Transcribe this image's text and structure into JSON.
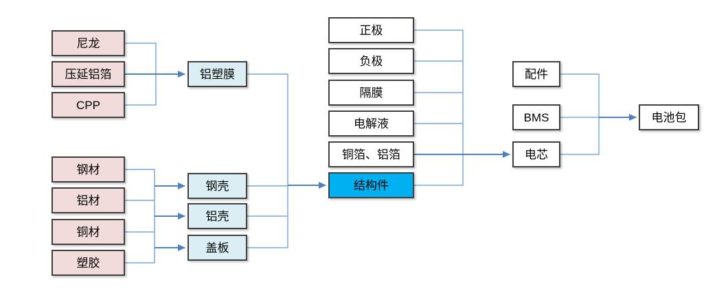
{
  "nodes": {
    "nylon": {
      "label": "尼龙"
    },
    "rolled_aluminum_foil": {
      "label": "压延铝箔"
    },
    "cpp": {
      "label": "CPP"
    },
    "steel": {
      "label": "钢材"
    },
    "aluminum": {
      "label": "铝材"
    },
    "copper": {
      "label": "铜材"
    },
    "plastic": {
      "label": "塑胶"
    },
    "aluminum_plastic_film": {
      "label": "铝塑膜"
    },
    "steel_shell": {
      "label": "钢壳"
    },
    "aluminum_shell": {
      "label": "铝壳"
    },
    "cover_plate": {
      "label": "盖板"
    },
    "cathode": {
      "label": "正极"
    },
    "anode": {
      "label": "负极"
    },
    "separator": {
      "label": "隔膜"
    },
    "electrolyte": {
      "label": "电解液"
    },
    "copper_aluminum_foil": {
      "label": "铜箔、铝箔"
    },
    "structural_parts": {
      "label": "结构件"
    },
    "accessories": {
      "label": "配件"
    },
    "bms": {
      "label": "BMS"
    },
    "cell": {
      "label": "电芯"
    },
    "battery_pack": {
      "label": "电池包"
    }
  },
  "edges": [
    {
      "sources": [
        "nylon",
        "rolled_aluminum_foil",
        "cpp"
      ],
      "targets": [
        "aluminum_plastic_film"
      ]
    },
    {
      "sources": [
        "steel",
        "aluminum",
        "copper",
        "plastic"
      ],
      "targets": [
        "steel_shell",
        "aluminum_shell",
        "cover_plate"
      ]
    },
    {
      "sources": [
        "aluminum_plastic_film",
        "steel_shell",
        "aluminum_shell",
        "cover_plate"
      ],
      "targets": [
        "structural_parts"
      ]
    },
    {
      "sources": [
        "cathode",
        "anode",
        "separator",
        "electrolyte",
        "copper_aluminum_foil",
        "structural_parts"
      ],
      "targets": [
        "cell"
      ]
    },
    {
      "sources": [
        "accessories",
        "bms",
        "cell"
      ],
      "targets": [
        "battery_pack"
      ]
    }
  ],
  "colors": {
    "pink_fill": "#f2dcdb",
    "light_blue_fill": "#daeef3",
    "highlight_fill": "#00b0f0",
    "white_fill": "#ffffff",
    "box_border": "#3f3f3f",
    "connector_line": "#7da7d9",
    "arrow_line": "#4f81bd",
    "text": "#000000",
    "background": "#ffffff"
  }
}
